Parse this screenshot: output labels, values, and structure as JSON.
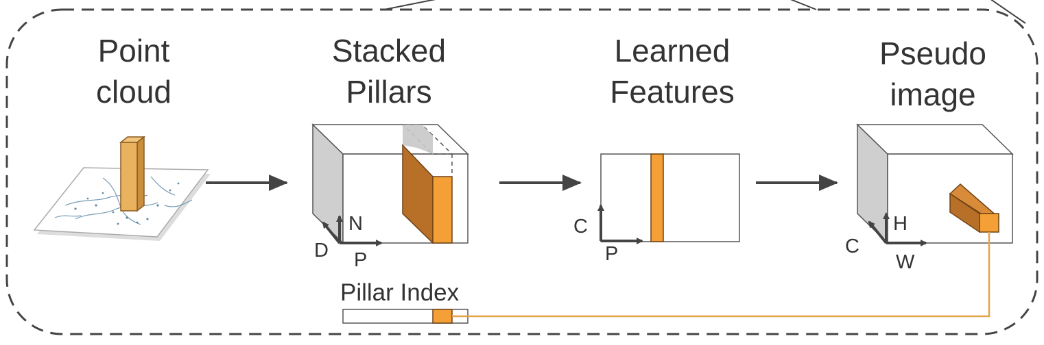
{
  "stages": [
    {
      "title_line1": "Point",
      "title_line2": "cloud"
    },
    {
      "title_line1": "Stacked",
      "title_line2": "Pillars",
      "axes": [
        "D",
        "N",
        "P"
      ]
    },
    {
      "title_line1": "Learned",
      "title_line2": "Features",
      "axes": [
        "C",
        "P"
      ]
    },
    {
      "title_line1": "Pseudo",
      "title_line2": "image",
      "axes": [
        "C",
        "H",
        "W"
      ]
    }
  ],
  "pillar_index_label": "Pillar Index",
  "colors": {
    "orange": "#f4a037",
    "orange_dark": "#b86f27",
    "orange_pillar": "#e9b25e",
    "gray_face": "#cfcfcf",
    "border_dash": "#444444",
    "arrow": "#444444",
    "line": "#e3a54a"
  }
}
